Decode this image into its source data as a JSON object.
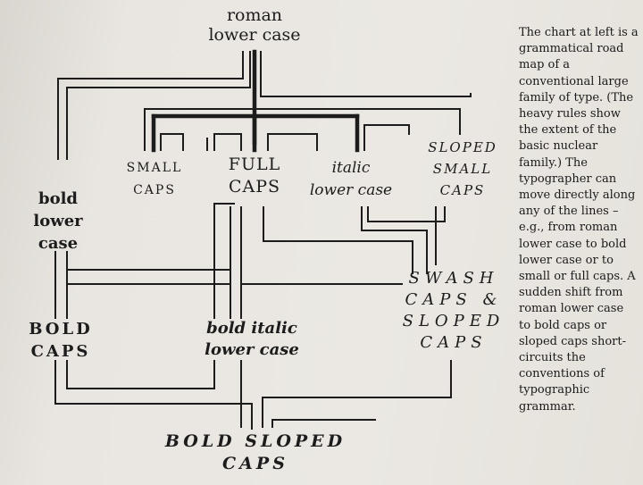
{
  "nodes": {
    "roman_lower_case": [
      "roman",
      "lower case"
    ],
    "small_caps": [
      "SMALL",
      "CAPS"
    ],
    "full_caps": [
      "FULL",
      "CAPS"
    ],
    "italic_lower_case": [
      "italic",
      "lower case"
    ],
    "sloped_small_caps": [
      "SLOPED",
      "SMALL",
      "CAPS"
    ],
    "bold_lower_case": [
      "bold",
      "lower",
      "case"
    ],
    "swash_caps_sloped_caps": [
      "SWASH",
      "CAPS &",
      "SLOPED",
      "CAPS"
    ],
    "bold_caps": [
      "BOLD",
      "CAPS"
    ],
    "bold_italic_lower_case": [
      "bold italic",
      "lower case"
    ],
    "bold_sloped_caps": [
      "BOLD SLOPED",
      "CAPS"
    ]
  },
  "caption": "The chart at left is a grammatical road map of a conventional large family of type. (The heavy rules show the extent of the basic nuclear family.) The typographer can move directly along any of the lines – e.g., from roman lower case to bold lower case or to small or full caps. A sudden shift from roman lower case to bold caps or sloped caps short-circuits the conventions of typographic grammar.",
  "colors": {
    "ink": "#1c1c1c",
    "paper": "#e9e6e1"
  }
}
